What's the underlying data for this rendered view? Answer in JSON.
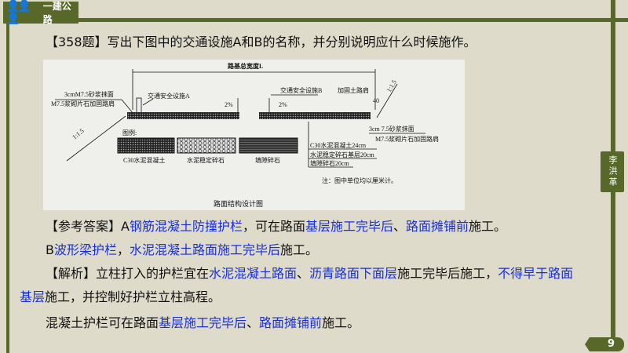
{
  "header": {
    "brand": "一建公路",
    "icon": "people-icon"
  },
  "author": "李洪革",
  "page_number": "9",
  "colors": {
    "accent": "#586829",
    "highlight": "#1a2fd6",
    "background": "#dedbca"
  },
  "question": "【358题】写出下图中的交通设施A和B的名称，并分别说明应什么时候施作。",
  "figure": {
    "total_width": "路基总宽度L",
    "mortar_left": "3cmM7.5砂浆抹面",
    "stone_left": "M7.5浆砌片石加固路肩",
    "facility_a": "交通安全设施A",
    "facility_b": "交通安全设施B",
    "shoulder": "加固土路肩",
    "slope_left": "1:1.5",
    "slope_right": "1:1.5",
    "grade_left": "2%",
    "grade_right": "2%",
    "dim_40": "40",
    "legend_title": "图例:",
    "legend": [
      "C30水泥混凝土",
      "水泥稳定碎石",
      "填隙碎石"
    ],
    "mortar_right": "3cm 7.5砂浆抹面",
    "stone_right": "M7.5浆砌片石加固路肩",
    "layers": [
      "C30水泥混凝土24cm",
      "水泥稳定碎石基层20cm",
      "填隙碎石20cm"
    ],
    "note": "注：图中单位均以厘米计。",
    "caption": "路面结构设计图"
  },
  "paragraphs": [
    [
      {
        "t": "【参考答案】A",
        "hl": false
      },
      {
        "t": "钢筋混凝土防撞护栏",
        "hl": true
      },
      {
        "t": "，可在路面",
        "hl": false
      },
      {
        "t": "基层施工完毕后",
        "hl": true
      },
      {
        "t": "、",
        "hl": false
      },
      {
        "t": "路面摊铺前",
        "hl": true
      },
      {
        "t": "施工。",
        "hl": false
      }
    ],
    [
      {
        "t": "B",
        "hl": false
      },
      {
        "t": "波形梁护栏",
        "hl": true
      },
      {
        "t": "，",
        "hl": false
      },
      {
        "t": "水泥混凝土路面施工完毕后",
        "hl": true
      },
      {
        "t": "施工。",
        "hl": false
      }
    ],
    [
      {
        "t": "【解析】立柱打入的护栏宜在",
        "hl": false
      },
      {
        "t": "水泥混凝土路面",
        "hl": true
      },
      {
        "t": "、",
        "hl": false
      },
      {
        "t": "沥青路面下面层",
        "hl": true
      },
      {
        "t": "施工完毕后施工，",
        "hl": false
      },
      {
        "t": "不得早于路面",
        "hl": true
      }
    ],
    [
      {
        "t": "基层",
        "hl": true
      },
      {
        "t": "施工，并控制好护栏立柱高程。",
        "hl": false
      }
    ],
    [
      {
        "t": "混凝土护栏可在路面",
        "hl": false
      },
      {
        "t": "基层施工完毕后",
        "hl": true
      },
      {
        "t": "、",
        "hl": false
      },
      {
        "t": "路面摊铺前",
        "hl": true
      },
      {
        "t": "施工。",
        "hl": false
      }
    ]
  ]
}
